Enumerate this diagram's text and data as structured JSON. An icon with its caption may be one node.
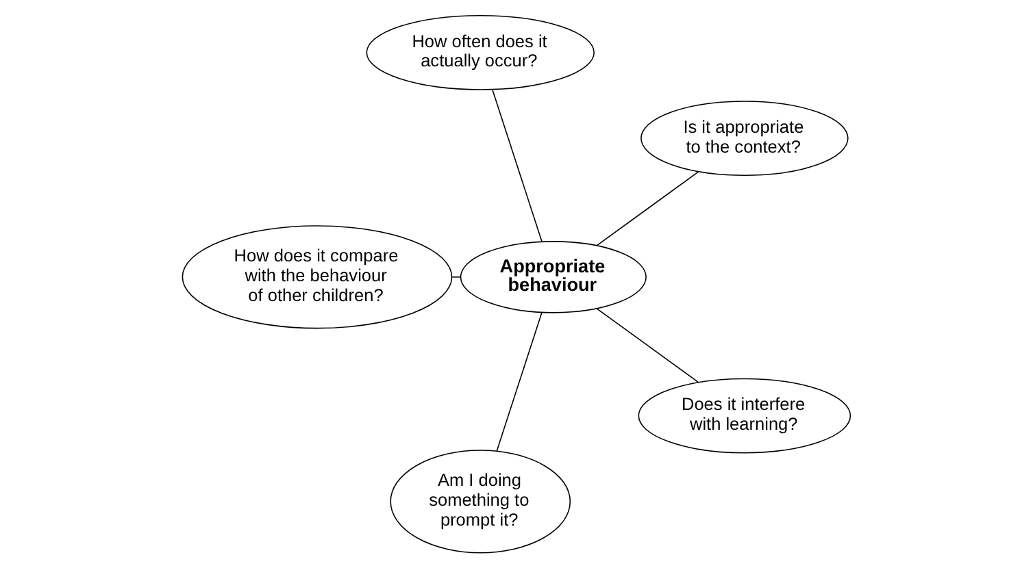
{
  "diagram": {
    "nodes": [
      {
        "text": [
          "Is it appropriate to the context?"
        ]
      },
      {
        "text": [
          "How often does it actually occur?"
        ]
      },
      {
        "text": [
          "Appropriate behaviour"
        ]
      },
      {
        "text": [
          "How does it compare with the behaviour of other children?"
        ]
      },
      {
        "text": [
          "Am I doing something to prompt it?"
        ]
      },
      {
        "text": [
          "Does it interfere with learning?"
        ]
      }
    ],
    "edges": [
      {
        "from": 2,
        "to": 0,
        "arrow": "none"
      },
      {
        "from": 2,
        "to": 1,
        "arrow": "none"
      },
      {
        "from": 2,
        "to": 3,
        "arrow": "none"
      },
      {
        "from": 2,
        "to": 4,
        "arrow": "none"
      },
      {
        "from": 2,
        "to": 5,
        "arrow": "none"
      }
    ]
  }
}
